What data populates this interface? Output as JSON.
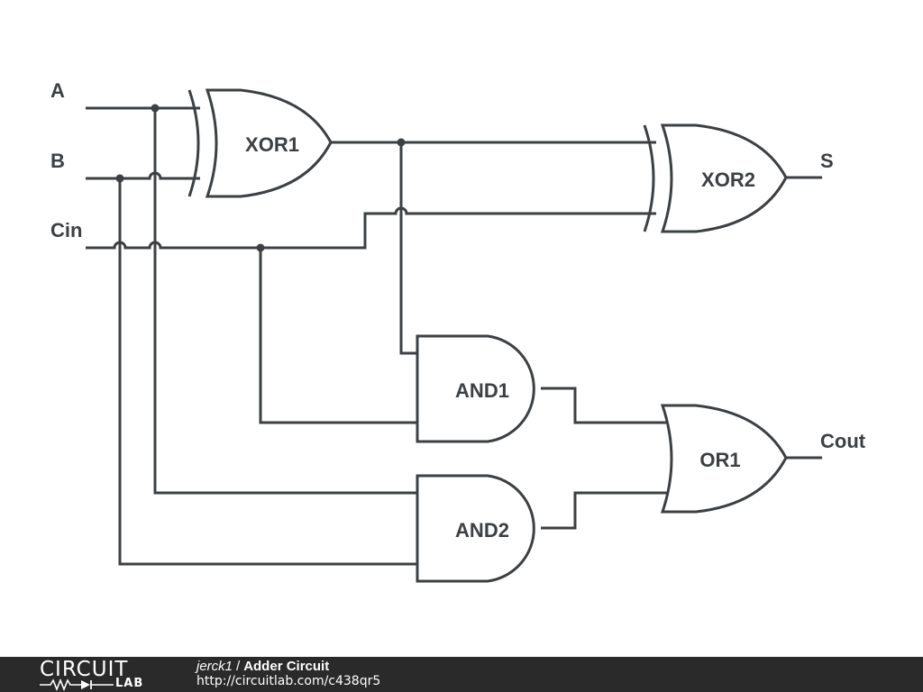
{
  "diagram": {
    "gates": {
      "xor1": "XOR1",
      "xor2": "XOR2",
      "and1": "AND1",
      "and2": "AND2",
      "or1": "OR1"
    },
    "inputs": {
      "a": "A",
      "b": "B",
      "cin": "Cin"
    },
    "outputs": {
      "s": "S",
      "cout": "Cout"
    }
  },
  "footer": {
    "logo_top": "CIRCUIT",
    "logo_bottom": "LAB",
    "author": "jerck1",
    "separator": "/",
    "project_title": "Adder Circuit",
    "project_url": "http://circuitlab.com/c438qr5"
  },
  "colors": {
    "wire": "#3c4043",
    "footer_bg": "#2a2a2a"
  }
}
